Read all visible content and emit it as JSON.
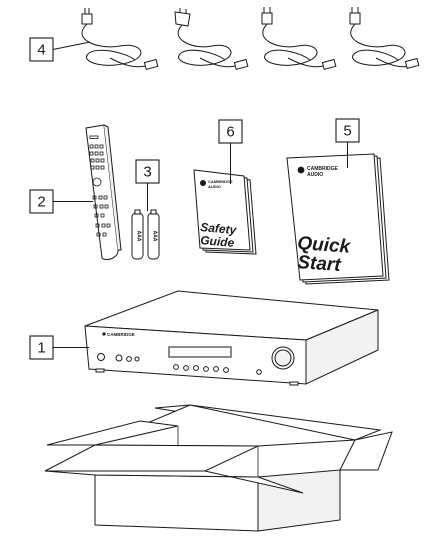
{
  "callouts": {
    "amplifier": "1",
    "remote": "2",
    "batteries": "3",
    "power_cables": "4",
    "quick_start": "5",
    "safety_guide": "6"
  },
  "books": {
    "quick_start_brand_line1": "CAMBRIDGE",
    "quick_start_brand_line2": "AUDIO",
    "quick_start_title_line1": "Quick",
    "quick_start_title_line2": "Start",
    "safety_brand_line1": "CAMBRIDGE",
    "safety_brand_line2": "AUDIO",
    "safety_title_line1": "Safety",
    "safety_title_line2": "Guide"
  },
  "amplifier": {
    "brand": "CAMBRIDGE"
  },
  "batteries": {
    "label": "AAA"
  }
}
